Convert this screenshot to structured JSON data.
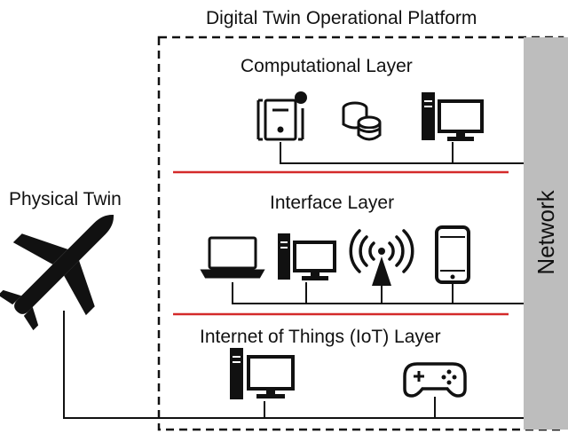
{
  "platform": {
    "title": "Digital Twin Operational Platform"
  },
  "physical": {
    "label": "Physical Twin",
    "icon": "airplane-icon"
  },
  "network": {
    "label": "Network"
  },
  "layers": {
    "computational": {
      "label": "Computational Layer",
      "icons": [
        "server-icon",
        "database-icon",
        "desktop-computer-icon"
      ]
    },
    "interface": {
      "label": "Interface Layer",
      "icons": [
        "laptop-icon",
        "desktop-computer-icon",
        "wireless-antenna-icon",
        "smartphone-icon"
      ]
    },
    "iot": {
      "label": "Internet of Things (IoT) Layer",
      "icons": [
        "desktop-computer-icon",
        "game-controller-icon"
      ]
    }
  },
  "colors": {
    "separator": "#d42a2a",
    "network_bar": "#bdbdbd",
    "line": "#111111"
  }
}
